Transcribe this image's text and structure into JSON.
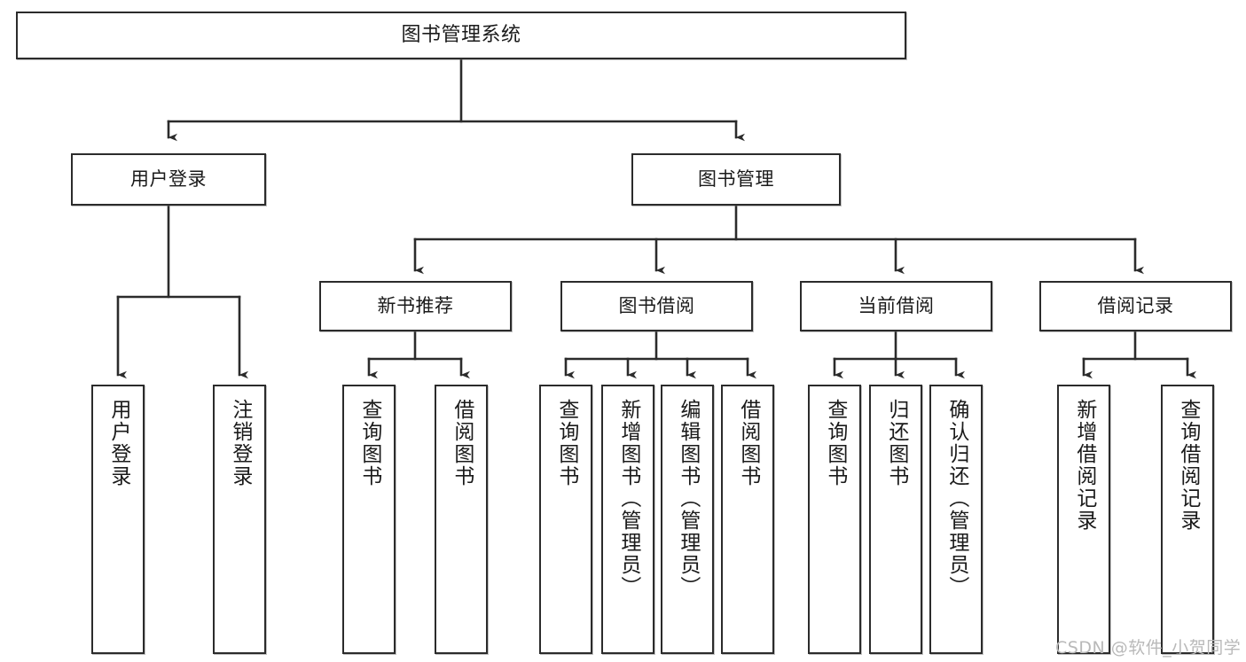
{
  "diagram": {
    "title": "图书管理系统",
    "type": "hierarchy-tree",
    "background_color": "#ffffff",
    "line_color": "#2b2b2b",
    "box_border_color": "#2b2b2b",
    "box_fill_color": "#ffffff",
    "text_color": "#1a1a1a"
  },
  "watermark": {
    "text": "CSDN @软件_小贺同学",
    "color": "#b9b9b9"
  },
  "nodes": {
    "root": {
      "label": "图书管理系统",
      "level": 1
    },
    "level2": [
      {
        "id": "user-login",
        "label": "用户登录"
      },
      {
        "id": "book-management",
        "label": "图书管理"
      }
    ],
    "level3": [
      {
        "id": "new-book-recommend",
        "label": "新书推荐"
      },
      {
        "id": "book-borrow",
        "label": "图书借阅"
      },
      {
        "id": "current-borrow",
        "label": "当前借阅"
      },
      {
        "id": "borrow-record",
        "label": "借阅记录"
      }
    ],
    "leaves": {
      "user_login": [
        {
          "id": "leaf-user-login",
          "label": "用户登录"
        },
        {
          "id": "leaf-user-logout",
          "label": "注销登录"
        }
      ],
      "new_book_recommend": [
        {
          "id": "leaf-query-book-1",
          "label": "查询图书"
        },
        {
          "id": "leaf-borrow-book-1",
          "label": "借阅图书"
        }
      ],
      "book_borrow": [
        {
          "id": "leaf-query-book-2",
          "label": "查询图书"
        },
        {
          "id": "leaf-add-book",
          "label": "新增图书（管理员）"
        },
        {
          "id": "leaf-edit-book",
          "label": "编辑图书（管理员）"
        },
        {
          "id": "leaf-borrow-book-2",
          "label": "借阅图书"
        }
      ],
      "current_borrow": [
        {
          "id": "leaf-query-book-3",
          "label": "查询图书"
        },
        {
          "id": "leaf-return-book",
          "label": "归还图书"
        },
        {
          "id": "leaf-confirm-return",
          "label": "确认归还（管理员）"
        }
      ],
      "borrow_record": [
        {
          "id": "leaf-add-record",
          "label": "新增借阅记录"
        },
        {
          "id": "leaf-query-record",
          "label": "查询借阅记录"
        }
      ]
    }
  }
}
